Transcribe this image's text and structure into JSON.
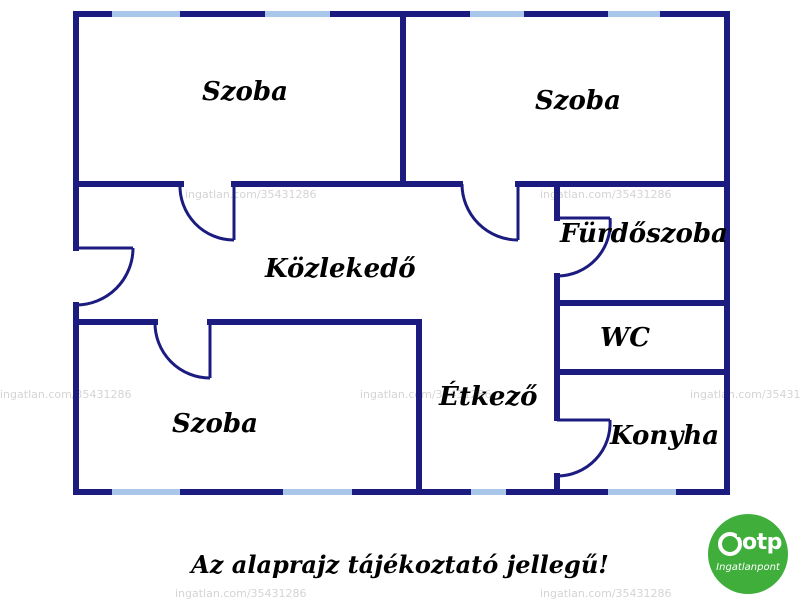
{
  "rooms": [
    {
      "id": "room-bedroom-top-left",
      "label": "Szoba"
    },
    {
      "id": "room-bedroom-top-right",
      "label": "Szoba"
    },
    {
      "id": "room-bathroom",
      "label": "Fürdőszoba"
    },
    {
      "id": "room-hallway",
      "label": "Közlekedő"
    },
    {
      "id": "room-wc",
      "label": "WC"
    },
    {
      "id": "room-dining",
      "label": "Étkező"
    },
    {
      "id": "room-bedroom-bottom-left",
      "label": "Szoba"
    },
    {
      "id": "room-kitchen",
      "label": "Konyha"
    }
  ],
  "disclaimer": "Az alaprajz tájékoztató jellegű!",
  "watermark": "ingatlan.com/35431286",
  "logo": {
    "brand": "otp",
    "sub": "Ingatlanpont"
  },
  "colors": {
    "wall": "#1b1b80",
    "window": "#a9c7e8",
    "logo_bg": "#3fae3b"
  }
}
